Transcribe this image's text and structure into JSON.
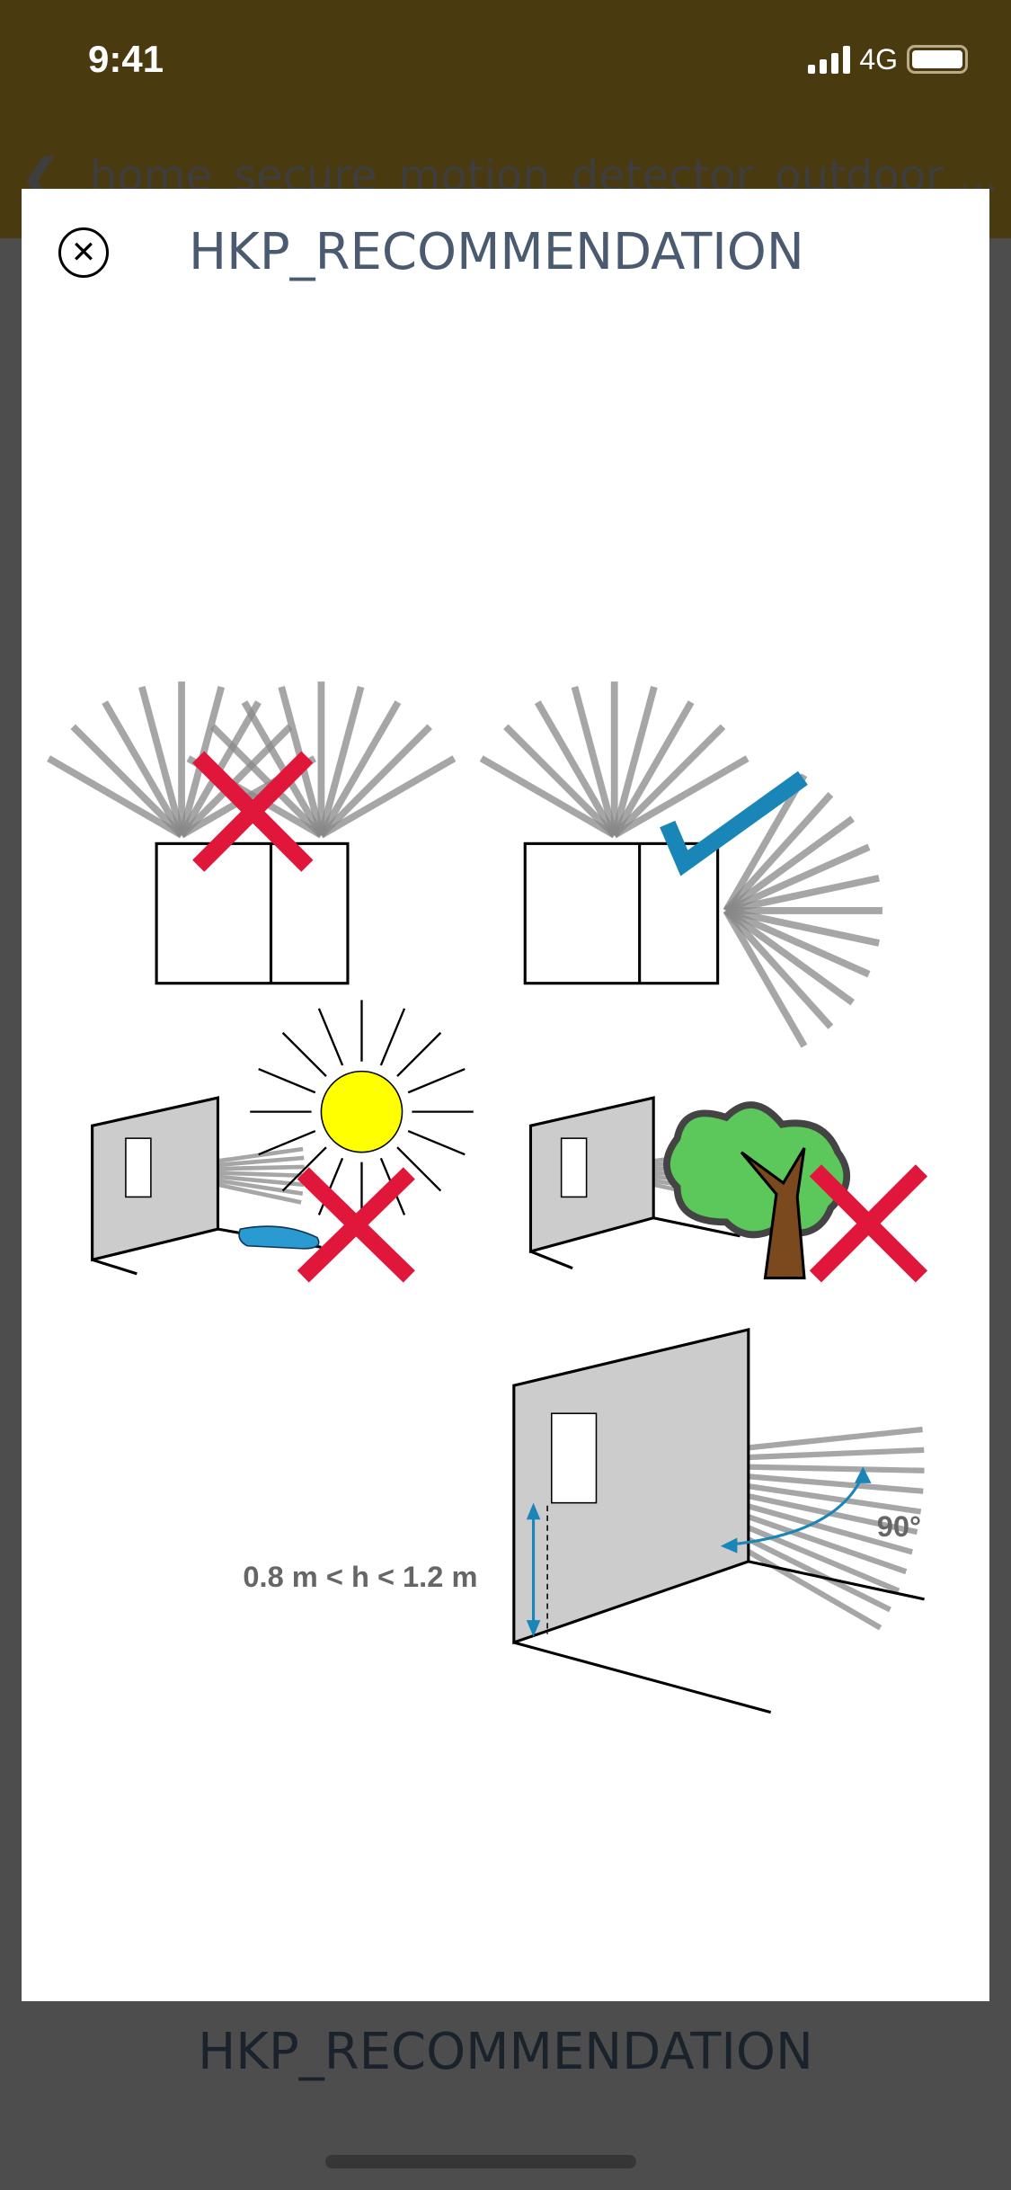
{
  "status_bar": {
    "time": "9:41",
    "network": "4G"
  },
  "header": {
    "back_icon": "chevron-left-icon",
    "title": "home_secure_motion_detector_outdoor ..."
  },
  "modal": {
    "close_icon": "close-circle-icon",
    "title": "HKP_RECOMMENDATION",
    "illustration": {
      "height_label": "0.8 m < h < 1.2 m",
      "angle_label": "90°"
    },
    "colors": {
      "cross": "#e0173a",
      "check": "#1a86b8",
      "sun": "#ffff00",
      "tree": "#5cc85c",
      "trunk": "#7a4a1e"
    }
  },
  "background": {
    "title": "HKP_RECOMMENDATION"
  }
}
